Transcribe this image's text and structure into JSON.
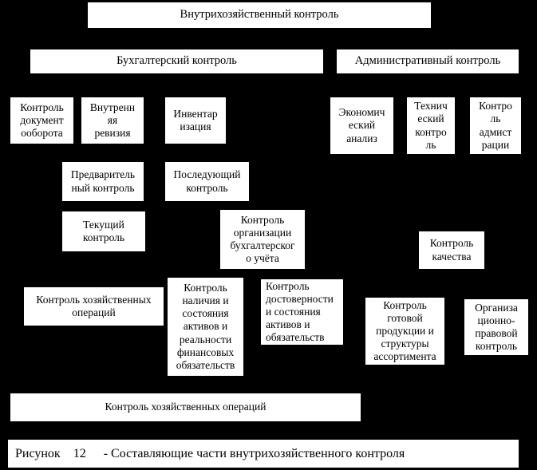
{
  "colors": {
    "background": "#000000",
    "box_fill": "#ffffff",
    "text": "#000000"
  },
  "nodes": {
    "root": {
      "text": "Внутрихозяйственный контроль"
    },
    "accounting": {
      "text": "Бухгалтерский контроль"
    },
    "admin": {
      "text": "Административный контроль"
    },
    "docflow": {
      "text": "Контроль\nдокумент\nооборота"
    },
    "revision": {
      "text": "Внутренн\nяя\nревизия"
    },
    "inventory": {
      "text": "Инвентар\nизация"
    },
    "economic": {
      "text": "Экономич\nеский\nанализ"
    },
    "technical": {
      "text": "Технич\nеский\nконтро\nль"
    },
    "admstaff": {
      "text": "Контро\nль\nадмист\nрации"
    },
    "preliminary": {
      "text": "Предваритель\nный контроль"
    },
    "subsequent": {
      "text": "Последующий\nконтроль"
    },
    "current": {
      "text": "Текущий\nконтроль"
    },
    "orgacct": {
      "text": "Контроль\nорганизации\nбухгалтерског\nо учёта"
    },
    "quality": {
      "text": "Контроль\nкачества"
    },
    "bizops": {
      "text": "Контроль хозяйственных\nопераций"
    },
    "assets": {
      "text": "Контроль\nналичия и\nсостояния\nактивов и\nреальности\nфинансовых\nобязательств"
    },
    "reliability": {
      "text": "Контроль\nдостоверности\nи состояния\nактивов и\nобязательств"
    },
    "products": {
      "text": "Контроль\nготовой\nпродукции и\nструктуры\nассортимента"
    },
    "orglegal": {
      "text": "Организа\nционно-\nправовой\nконтроль"
    },
    "bizops_wide": {
      "text": "Контроль хозяйственных операций"
    }
  },
  "caption": {
    "figure_label": "Рисунок",
    "figure_number": "12",
    "text": "- Составляющие части внутрихозяйственного контроля"
  }
}
